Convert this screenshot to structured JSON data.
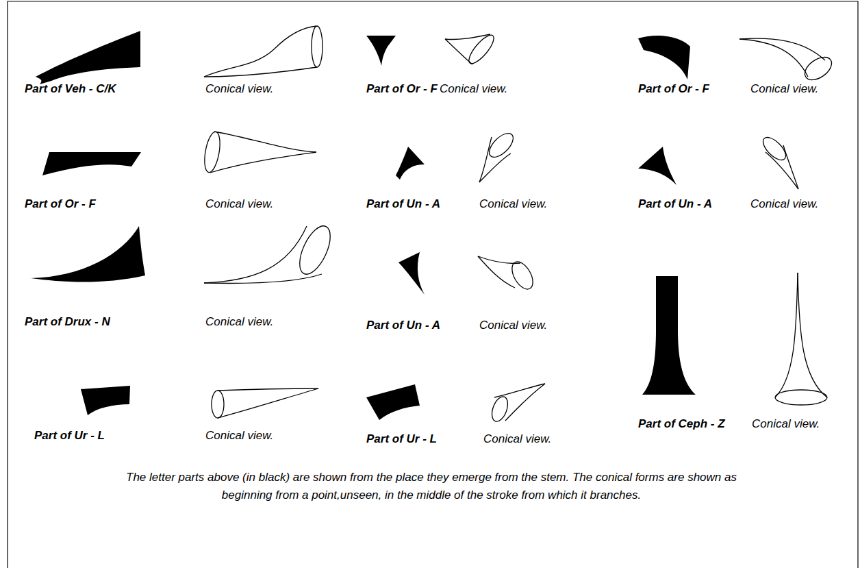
{
  "diagram": {
    "caption": "The letter parts above (in black) are shown from the place they emerge from the stem. The conical forms are shown as beginning from a point,unseen, in the middle of the stroke from which it branches.",
    "labels": [
      "Part of Veh - C/K",
      "Conical view.",
      "Part of Or - F",
      "Conical view.",
      "Part of Or - F",
      "Conical view.",
      "Part of Or - F",
      "Conical view.",
      "Part of Un - A",
      "Conical view.",
      "Part of Un - A",
      "Conical view.",
      "Part of Drux - N",
      "Conical view.",
      "Part of Un - A",
      "Conical view.",
      "Part of Ur - L",
      "Conical view.",
      "Part of Ur - L",
      "Conical view.",
      "Part of Ceph - Z",
      "Conical view."
    ]
  }
}
